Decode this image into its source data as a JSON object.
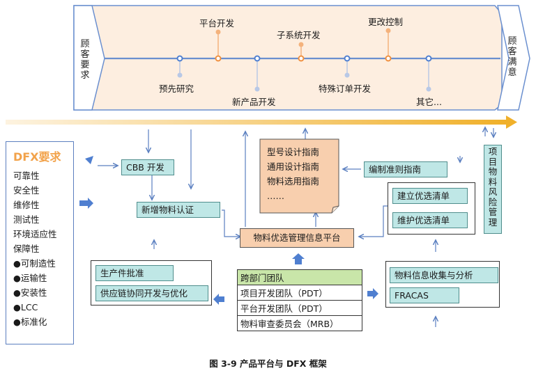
{
  "top_band": {
    "left_label": "顾客要求",
    "right_label": "顾客满意",
    "upper_stages": [
      "平台开发",
      "子系统开发",
      "更改控制"
    ],
    "lower_stages": [
      "预先研究",
      "新产品开发",
      "特殊订单开发",
      "其它..."
    ]
  },
  "dfx": {
    "title": "DFX要求",
    "items": [
      "可靠性",
      "安全性",
      "维修性",
      "测试性",
      "环境适应性",
      "保障性"
    ],
    "bullet_items": [
      "●可制造性",
      "●运输性",
      "●安装性",
      "●LCC",
      "●标准化"
    ]
  },
  "boxes": {
    "cbb": "CBB 开发",
    "new_material": "新增物料认证",
    "platform": "物料优选管理信息平台",
    "guide_lines": [
      "型号设计指南",
      "通用设计指南",
      "物料选用指南",
      "……"
    ],
    "prep_guide": "编制准则指南",
    "pref_list_create": "建立优选清单",
    "pref_list_maintain": "维护优选清单",
    "risk_mgmt": "项目物料风险管理",
    "production_approval": "生产件批准",
    "supply_chain": "供应链协同开发与优化",
    "info_collect": "物料信息收集与分析",
    "fracas": "FRACAS"
  },
  "teams": {
    "header": "跨部门团队",
    "rows": [
      "项目开发团队（PDT）",
      "平台开发团队（PDT）",
      "物料审查委员会（MRB）"
    ]
  },
  "caption": "图 3-9 产品平台与 DFX 框架",
  "colors": {
    "band_fill": "#fdeee0",
    "band_border": "#6a8fcf",
    "accent_orange": "#f2a24a",
    "teal_box": "#bfe7e6",
    "peach_box": "#f8cfae",
    "team_header": "#c9e6a9",
    "arrow_blue": "#4f7fd0"
  }
}
